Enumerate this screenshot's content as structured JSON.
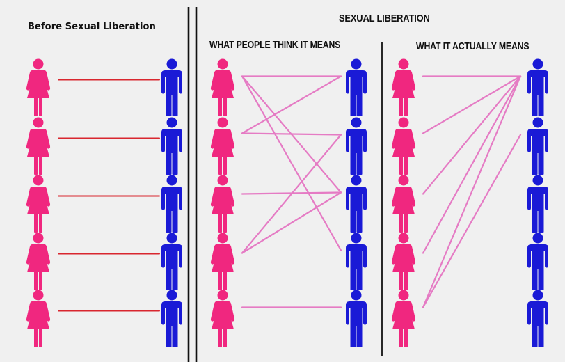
{
  "titles": {
    "before": "Before Sexual Liberation",
    "main": "SEXUAL LIBERATION",
    "think": "WHAT PEOPLE THINK IT MEANS",
    "actual": "WHAT IT ACTUALLY MEANS"
  },
  "colors": {
    "background": "#f0f0f0",
    "female_figure": "#f0277f",
    "male_figure": "#1a1ad6",
    "before_lines": "#d9272f",
    "liberation_lines": "#e57bc4",
    "dividers": "#111111"
  },
  "icons": {
    "female": "woman-figure-icon",
    "male": "man-figure-icon"
  },
  "panels": [
    {
      "name": "before",
      "connections": [
        [
          1,
          1
        ],
        [
          2,
          2
        ],
        [
          3,
          3
        ],
        [
          4,
          4
        ],
        [
          5,
          5
        ]
      ]
    },
    {
      "name": "what-people-think-it-means",
      "connections": [
        [
          1,
          1
        ],
        [
          1,
          3
        ],
        [
          1,
          4
        ],
        [
          2,
          1
        ],
        [
          2,
          2
        ],
        [
          3,
          3
        ],
        [
          4,
          2
        ],
        [
          4,
          3
        ],
        [
          5,
          5
        ]
      ]
    },
    {
      "name": "what-it-actually-means",
      "connections": [
        [
          1,
          1
        ],
        [
          2,
          1
        ],
        [
          3,
          1
        ],
        [
          4,
          1
        ],
        [
          5,
          1
        ],
        [
          5,
          2
        ]
      ]
    }
  ]
}
